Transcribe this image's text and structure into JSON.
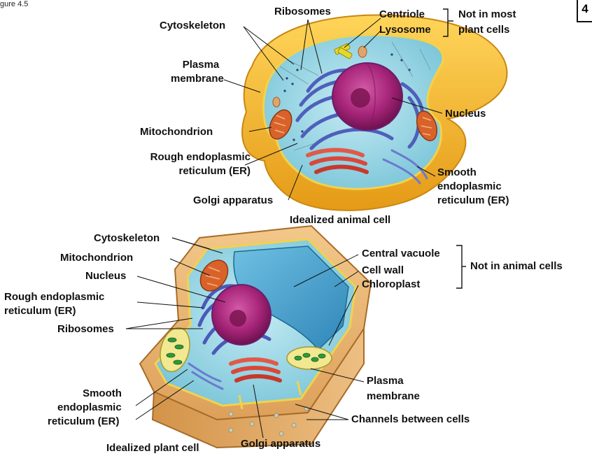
{
  "figure_label": "gure 4.5",
  "page_number": "4",
  "animal": {
    "caption": "Idealized animal cell",
    "labels": {
      "ribosomes": "Ribosomes",
      "centriole": "Centriole",
      "lysosome": "Lysosome",
      "not_in_most_1": "Not in most",
      "not_in_most_2": "plant cells",
      "cytoskeleton": "Cytoskeleton",
      "plasma_1": "Plasma",
      "plasma_2": "membrane",
      "nucleus": "Nucleus",
      "mitochondrion": "Mitochondrion",
      "rough_er_1": "Rough endoplasmic",
      "rough_er_2": "reticulum (ER)",
      "smooth_er_1": "Smooth",
      "smooth_er_2": "endoplasmic",
      "smooth_er_3": "reticulum (ER)",
      "golgi": "Golgi apparatus"
    }
  },
  "plant": {
    "caption": "Idealized plant cell",
    "labels": {
      "cytoskeleton": "Cytoskeleton",
      "mitochondrion": "Mitochondrion",
      "nucleus": "Nucleus",
      "rough_er_1": "Rough endoplasmic",
      "rough_er_2": "reticulum (ER)",
      "ribosomes": "Ribosomes",
      "central_vacuole": "Central vacuole",
      "cell_wall": "Cell wall",
      "chloroplast": "Chloroplast",
      "not_in_animal": "Not in animal cells",
      "plasma_1": "Plasma",
      "plasma_2": "membrane",
      "channels": "Channels between cells",
      "smooth_er_1": "Smooth",
      "smooth_er_2": "endoplasmic",
      "smooth_er_3": "reticulum (ER)",
      "golgi": "Golgi apparatus"
    }
  },
  "colors": {
    "animal_membrane": "#f4b52c",
    "cytoplasm": "#9fd8e6",
    "nucleus": "#a8267a",
    "er": "#4b59b8",
    "golgi": "#d9483a",
    "mitochondrion": "#d9622b",
    "plant_wall": "#e2a861",
    "vacuole": "#4ea6cf",
    "chloroplast": "#2e9a3a"
  }
}
